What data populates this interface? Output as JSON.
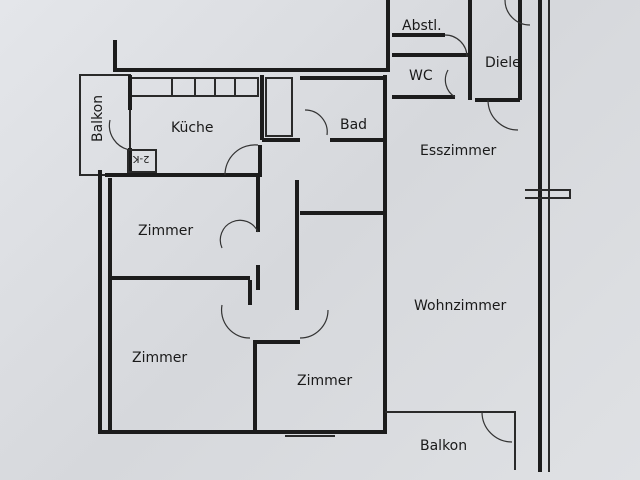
{
  "plan": {
    "rooms": {
      "abstl": "Abstl.",
      "wc": "WC",
      "diele": "Diele",
      "balkon_top": "Balkon",
      "kueche": "Küche",
      "bad": "Bad",
      "esszimmer": "Esszimmer",
      "zimmer_1": "Zimmer",
      "zimmer_2": "Zimmer",
      "zimmer_3": "Zimmer",
      "wohnzimmer": "Wohnzimmer",
      "balkon_bottom": "Balkon",
      "small_label": "2-K"
    },
    "colors": {
      "background": "#dcdee2",
      "walls": "#1c1c1c"
    }
  }
}
